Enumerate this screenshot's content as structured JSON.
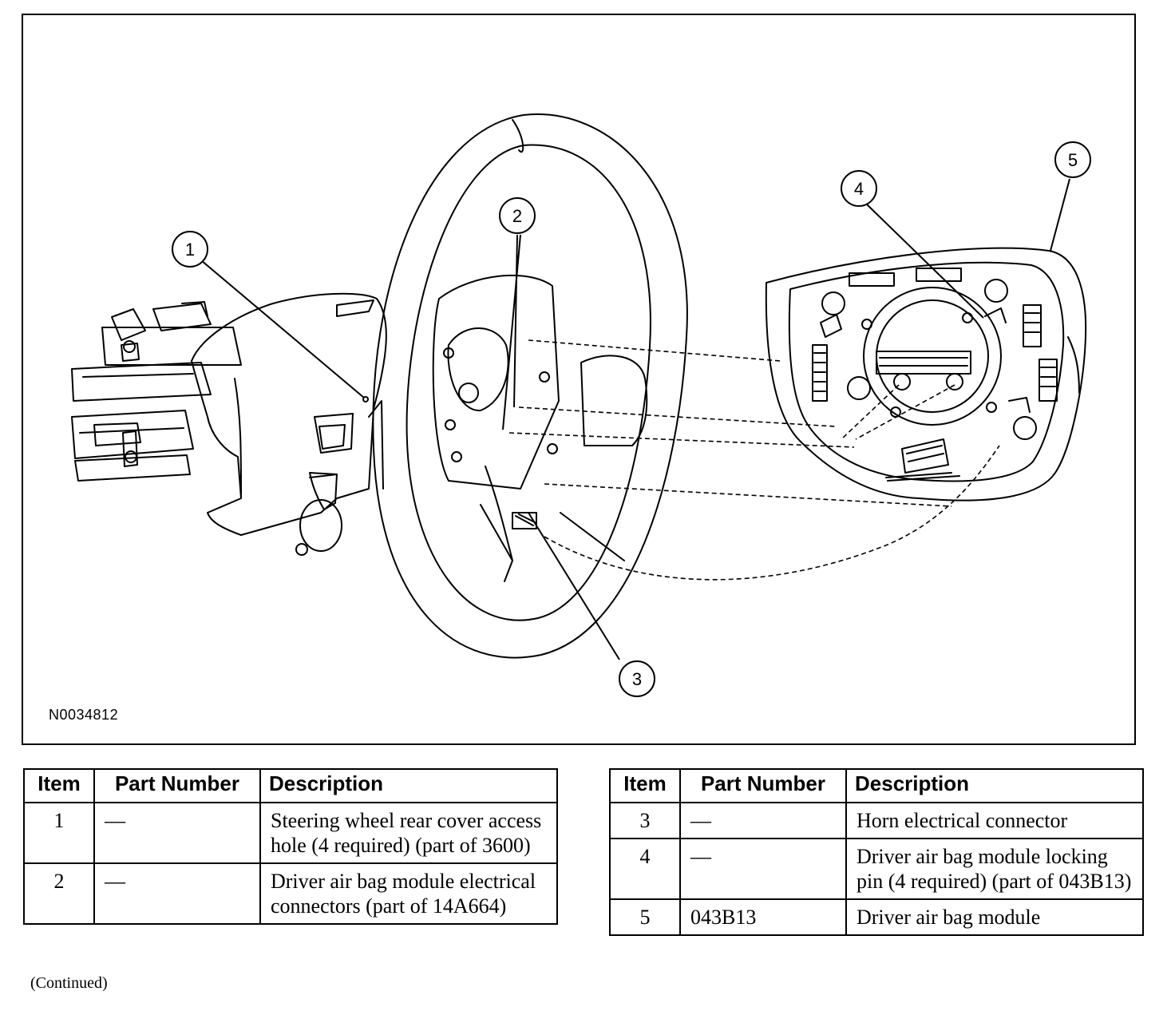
{
  "figure": {
    "id_label": "N0034812",
    "callouts": [
      "1",
      "2",
      "3",
      "4",
      "5"
    ]
  },
  "tables": {
    "headers": {
      "item": "Item",
      "part_number": "Part Number",
      "description": "Description"
    },
    "left_rows": [
      {
        "item": "1",
        "part_number": "—",
        "description": "Steering wheel rear cover access hole (4 required) (part of 3600)"
      },
      {
        "item": "2",
        "part_number": "—",
        "description": "Driver air bag module electrical connectors (part of 14A664)"
      }
    ],
    "right_rows": [
      {
        "item": "3",
        "part_number": "—",
        "description": "Horn electrical connector"
      },
      {
        "item": "4",
        "part_number": "—",
        "description": "Driver air bag module locking pin (4 required) (part of 043B13)"
      },
      {
        "item": "5",
        "part_number": "043B13",
        "description": "Driver air bag module"
      }
    ]
  },
  "footer": {
    "continued": "(Continued)"
  }
}
